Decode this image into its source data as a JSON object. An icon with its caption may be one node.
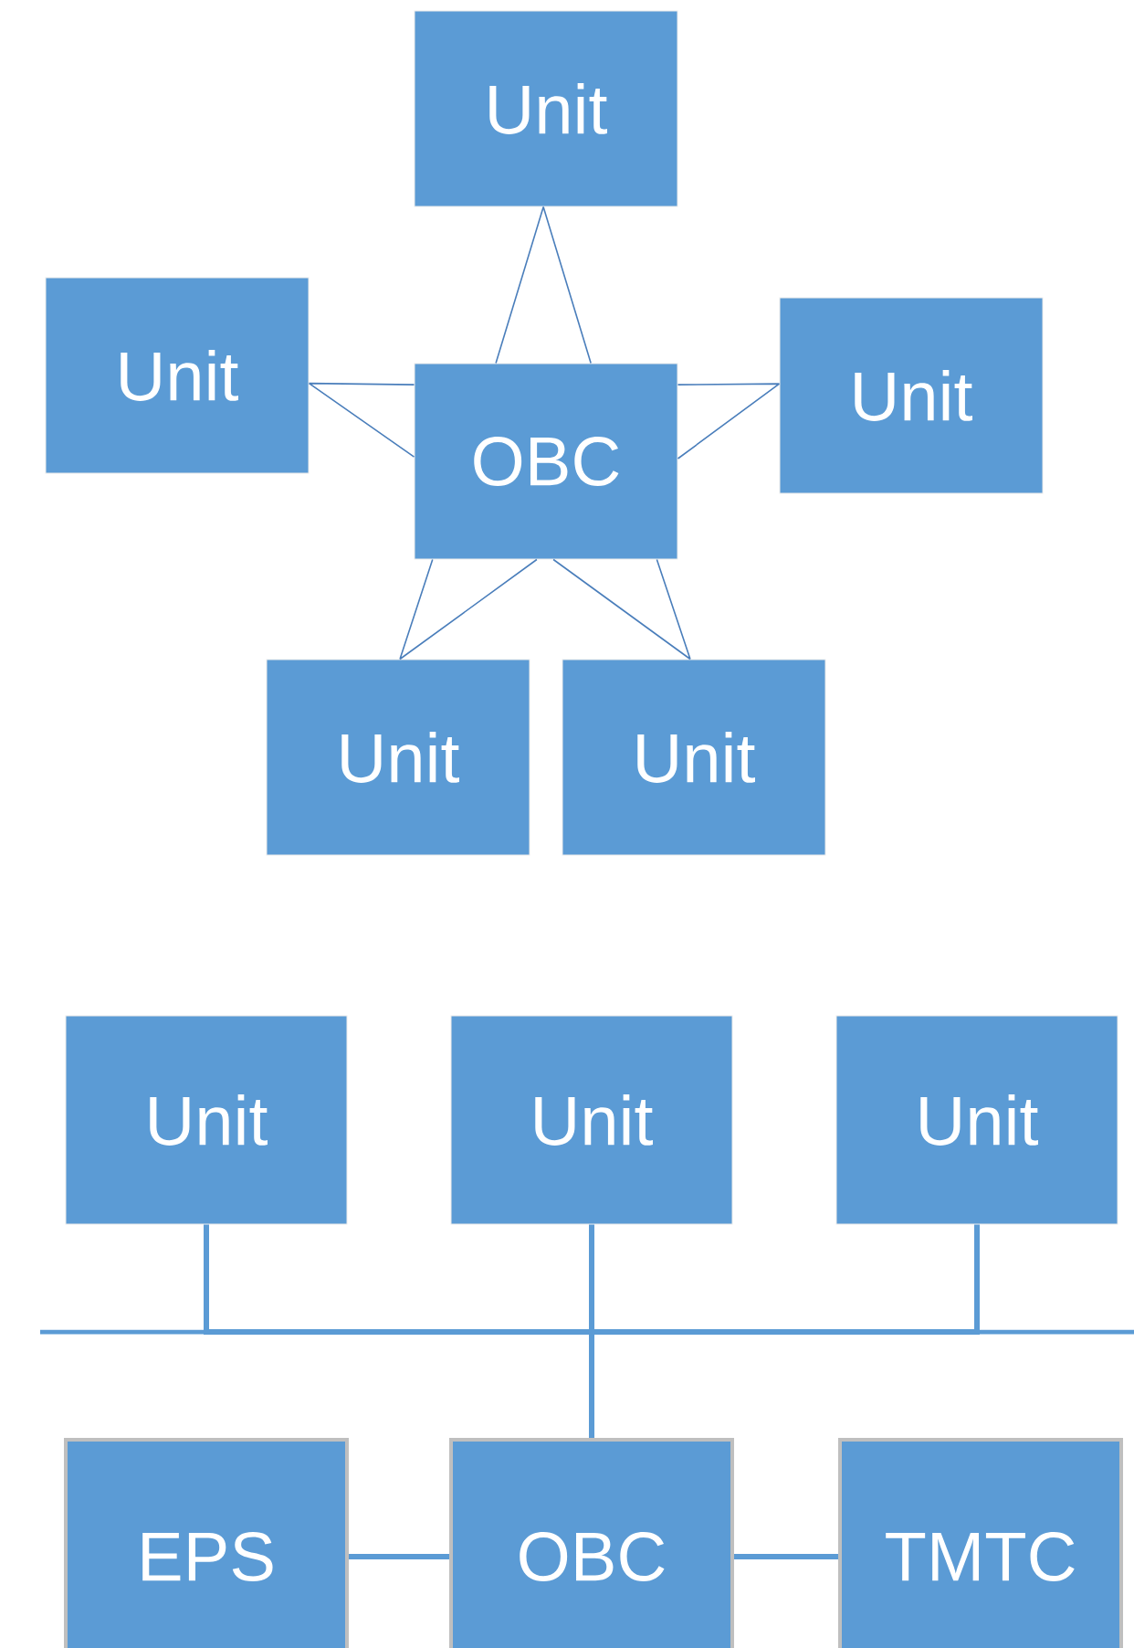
{
  "diagram": {
    "nodes": [
      {
        "text": [
          "Unit"
        ]
      },
      {
        "text": [
          "Unit"
        ]
      },
      {
        "text": [
          "OBC"
        ]
      },
      {
        "text": [
          "Unit"
        ]
      },
      {
        "text": [
          "Unit"
        ]
      },
      {
        "text": [
          "Unit"
        ]
      },
      {
        "text": [
          "Unit"
        ]
      },
      {
        "text": [
          "Unit"
        ]
      },
      {
        "text": [
          "Unit"
        ]
      },
      {
        "text": [
          "EPS"
        ]
      },
      {
        "text": [
          "OBC"
        ]
      },
      {
        "text": [
          "TMTC"
        ]
      }
    ],
    "edges": [
      {
        "from": 0,
        "to": 2,
        "arrow": "none"
      },
      {
        "from": 1,
        "to": 2,
        "arrow": "none"
      },
      {
        "from": 3,
        "to": 2,
        "arrow": "none"
      },
      {
        "from": 4,
        "to": 2,
        "arrow": "none"
      },
      {
        "from": 5,
        "to": 2,
        "arrow": "none"
      },
      {
        "from": 6,
        "to": 10,
        "arrow": "none",
        "style": "thick"
      },
      {
        "from": 7,
        "to": 10,
        "arrow": "none",
        "style": "thick"
      },
      {
        "from": 8,
        "to": 10,
        "arrow": "none",
        "style": "thick"
      },
      {
        "from": 9,
        "to": 10,
        "arrow": "none",
        "style": "thick"
      },
      {
        "from": 10,
        "to": 11,
        "arrow": "none",
        "style": "thick"
      }
    ]
  }
}
